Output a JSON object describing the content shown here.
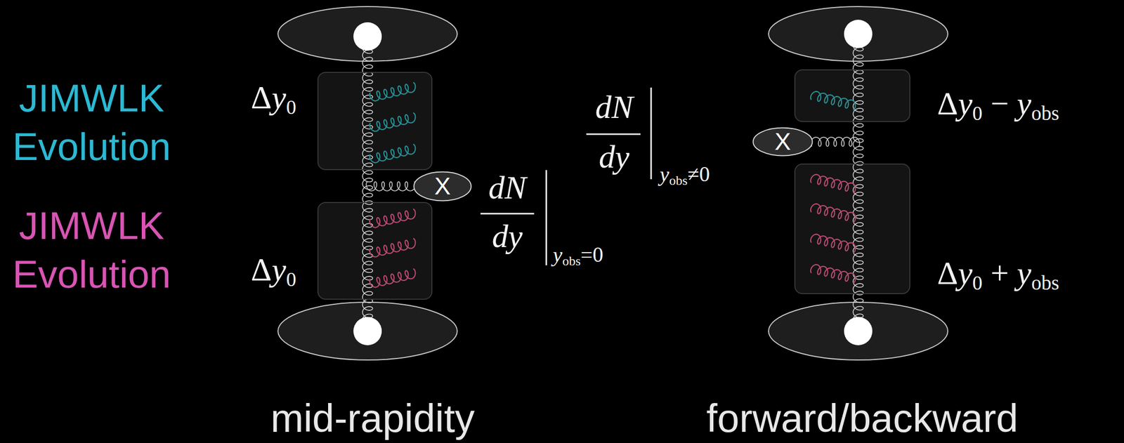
{
  "diagram": {
    "nodes": [
      {
        "text": [
          "Δy0"
        ]
      },
      {
        "text": [
          "X"
        ]
      },
      {
        "text": [
          "Δy0"
        ]
      },
      {
        "text": [
          "Δy0 − yobs"
        ]
      },
      {
        "text": [
          "X"
        ]
      },
      {
        "text": [
          "Δy0 + yobs"
        ]
      }
    ],
    "labels": [
      "JIMWLK Evolution",
      "JIMWLK Evolution",
      "dN",
      "dy",
      "yobs=0",
      "dN",
      "dy",
      "yobs≠0",
      "mid-rapidity",
      "forward/backward"
    ]
  }
}
